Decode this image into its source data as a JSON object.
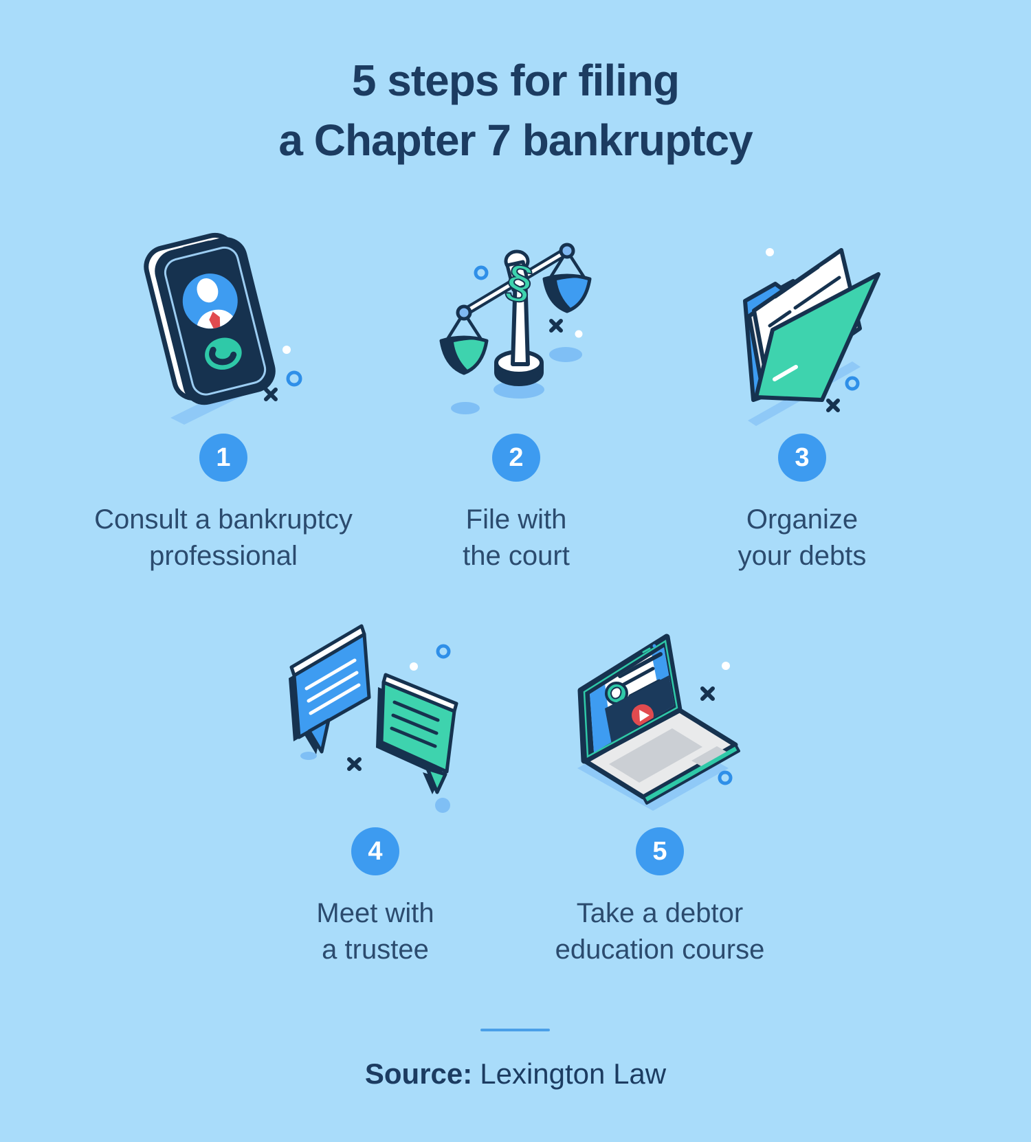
{
  "title": {
    "line1": "5 steps for filing",
    "line2": "a Chapter 7 bankruptcy"
  },
  "steps": [
    {
      "number": "1",
      "icon": "phone-call-icon",
      "caption_line1": "Consult a bankruptcy",
      "caption_line2": "professional"
    },
    {
      "number": "2",
      "icon": "scales-of-justice-icon",
      "caption_line1": "File with",
      "caption_line2": "the court"
    },
    {
      "number": "3",
      "icon": "documents-folder-icon",
      "caption_line1": "Organize",
      "caption_line2": "your debts"
    },
    {
      "number": "4",
      "icon": "chat-bubbles-icon",
      "caption_line1": "Meet with",
      "caption_line2": "a trustee"
    },
    {
      "number": "5",
      "icon": "laptop-video-course-icon",
      "caption_line1": "Take a debtor",
      "caption_line2": "education course"
    }
  ],
  "footer": {
    "source_label": "Source:",
    "source_value": "Lexington Law"
  },
  "colors": {
    "background": "#A9DCFA",
    "title_navy": "#1C3C61",
    "caption_navy": "#2B4B6E",
    "badge_blue": "#3D9BF0",
    "icon_outline_navy": "#16324F",
    "icon_blue": "#3E9CF1",
    "teal": "#3ED3AE",
    "call_teal": "#2FC9A8",
    "red": "#E14B4F",
    "light_stripe_blue": "#8FC9F7",
    "ring_blue": "#2F8FE8",
    "divider_blue": "#4A9FE8"
  }
}
